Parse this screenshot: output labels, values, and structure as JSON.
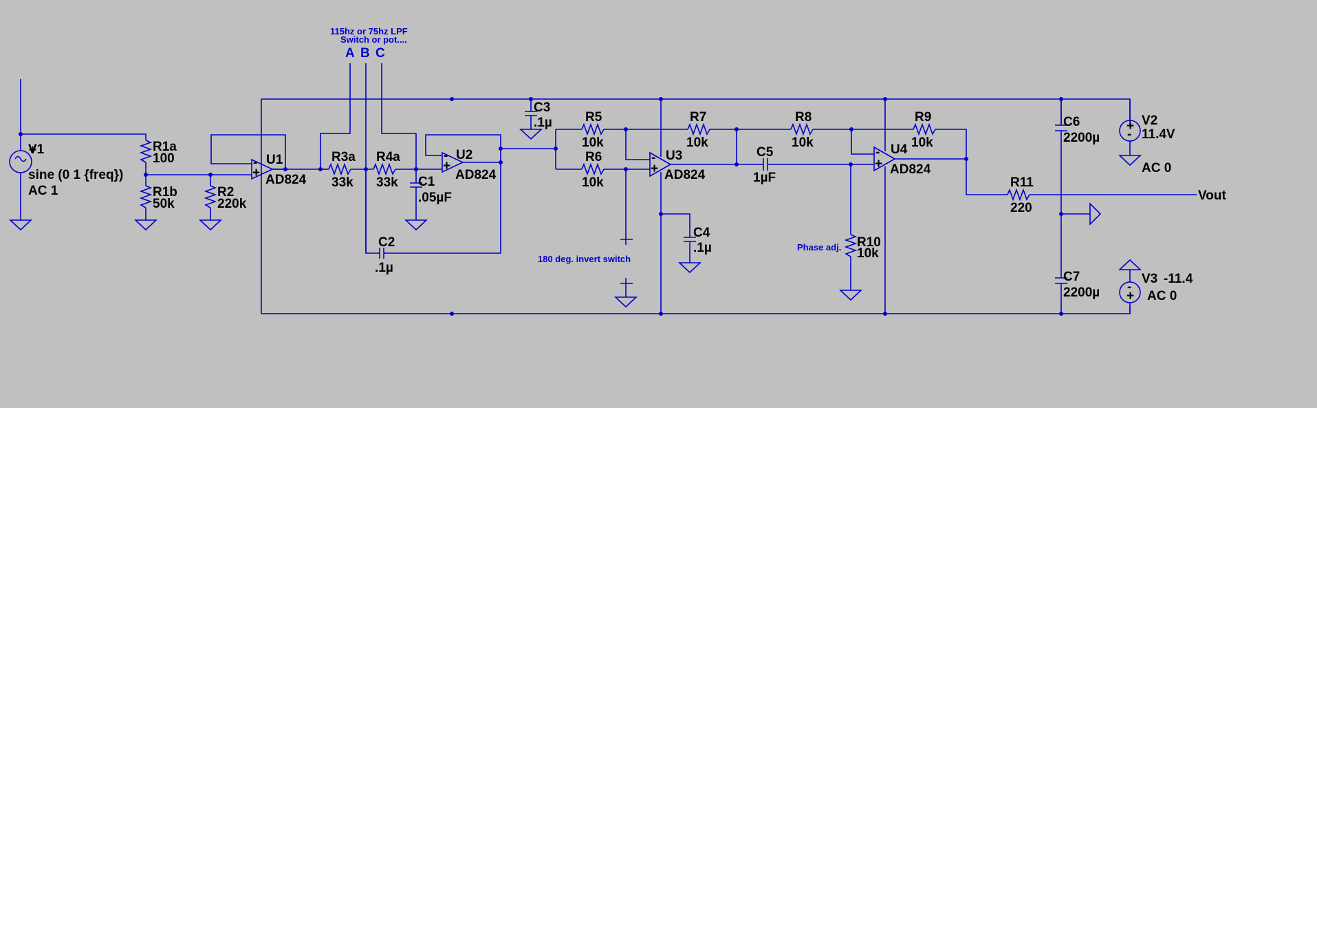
{
  "notes": {
    "lpf_line1": "115hz or 75hz LPF",
    "lpf_line2": "Switch or pot....",
    "invert": "180 deg. invert switch",
    "phase": "Phase adj."
  },
  "ports": {
    "a": "A",
    "b": "B",
    "c": "C"
  },
  "net_labels": {
    "vout": "Vout"
  },
  "sources": {
    "v1": {
      "name": "V1",
      "value": "sine (0 1 {freq})",
      "ac": "AC 1"
    },
    "v2": {
      "name": "V2",
      "value": "11.4V",
      "ac": "AC 0"
    },
    "v3": {
      "name": "V3",
      "value": "-11.4",
      "ac": "AC 0"
    }
  },
  "opamps": {
    "u1": {
      "name": "U1",
      "model": "AD824"
    },
    "u2": {
      "name": "U2",
      "model": "AD824"
    },
    "u3": {
      "name": "U3",
      "model": "AD824"
    },
    "u4": {
      "name": "U4",
      "model": "AD824"
    }
  },
  "resistors": {
    "r1a": {
      "name": "R1a",
      "value": "100"
    },
    "r1b": {
      "name": "R1b",
      "value": "50k"
    },
    "r2": {
      "name": "R2",
      "value": "220k"
    },
    "r3a": {
      "name": "R3a",
      "value": "33k"
    },
    "r4a": {
      "name": "R4a",
      "value": "33k"
    },
    "r5": {
      "name": "R5",
      "value": "10k"
    },
    "r6": {
      "name": "R6",
      "value": "10k"
    },
    "r7": {
      "name": "R7",
      "value": "10k"
    },
    "r8": {
      "name": "R8",
      "value": "10k"
    },
    "r9": {
      "name": "R9",
      "value": "10k"
    },
    "r10": {
      "name": "R10",
      "value": "10k"
    },
    "r11": {
      "name": "R11",
      "value": "220"
    }
  },
  "capacitors": {
    "c1": {
      "name": "C1",
      "value": ".05µF"
    },
    "c2": {
      "name": "C2",
      "value": ".1µ"
    },
    "c3": {
      "name": "C3",
      "value": ".1µ"
    },
    "c4": {
      "name": "C4",
      "value": ".1µ"
    },
    "c5": {
      "name": "C5",
      "value": "1µF"
    },
    "c6": {
      "name": "C6",
      "value": "2200µ"
    },
    "c7": {
      "name": "C7",
      "value": "2200µ"
    }
  }
}
